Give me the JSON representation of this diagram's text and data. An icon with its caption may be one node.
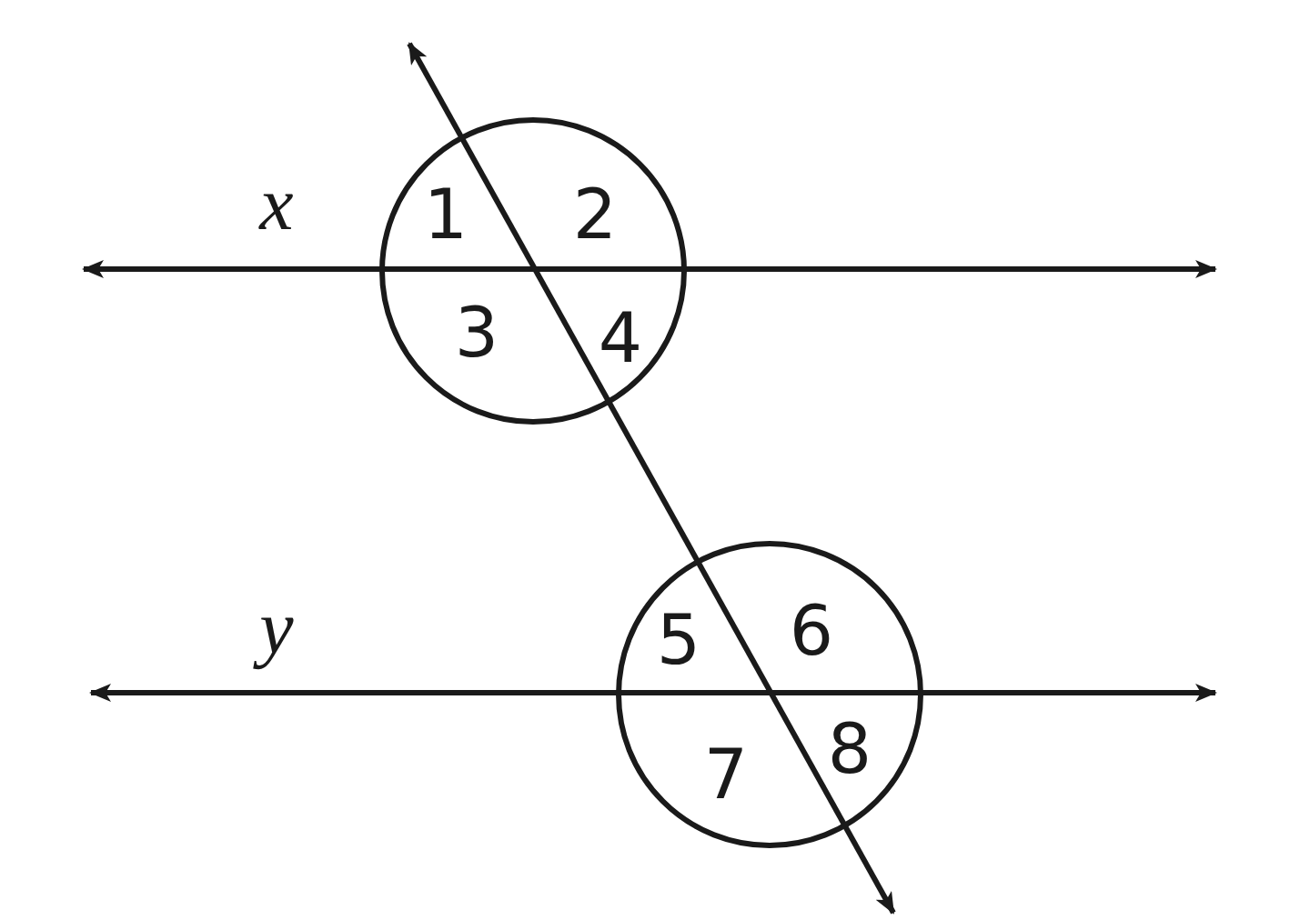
{
  "diagram": {
    "labels": [
      "x",
      "1",
      "2",
      "3",
      "4",
      "y",
      "5",
      "6",
      "7",
      "8"
    ]
  }
}
